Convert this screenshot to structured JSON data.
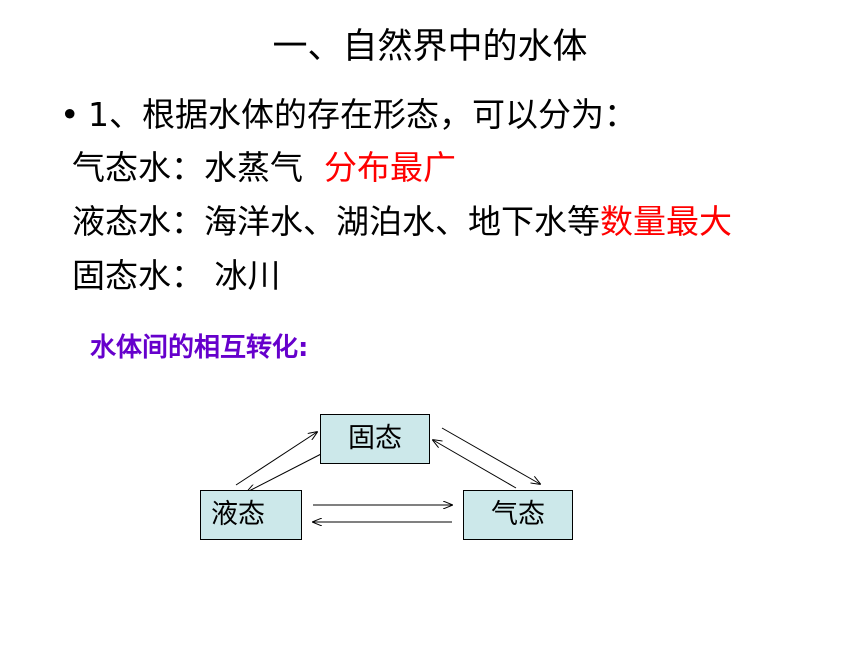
{
  "slide": {
    "title": "一、自然界中的水体",
    "bullet": {
      "marker": "•",
      "text": "1、根据水体的存在形态，可以分为："
    },
    "lines": [
      {
        "label": "气态水：",
        "detail": "水蒸气",
        "highlight": "分布最广"
      },
      {
        "label": "液态水：",
        "detail": "海洋水、湖泊水、地下水等",
        "highlight": "数量最大"
      },
      {
        "label": "固态水：",
        "detail": " 冰川",
        "highlight": ""
      }
    ],
    "subheading": "水体间的相互转化:",
    "diagram": {
      "states": {
        "solid": "固态",
        "liquid": "液态",
        "gas": "气态"
      }
    },
    "colors": {
      "highlight": "#ff0000",
      "subheading": "#6600cc",
      "box_fill": "#cce8ea"
    }
  }
}
